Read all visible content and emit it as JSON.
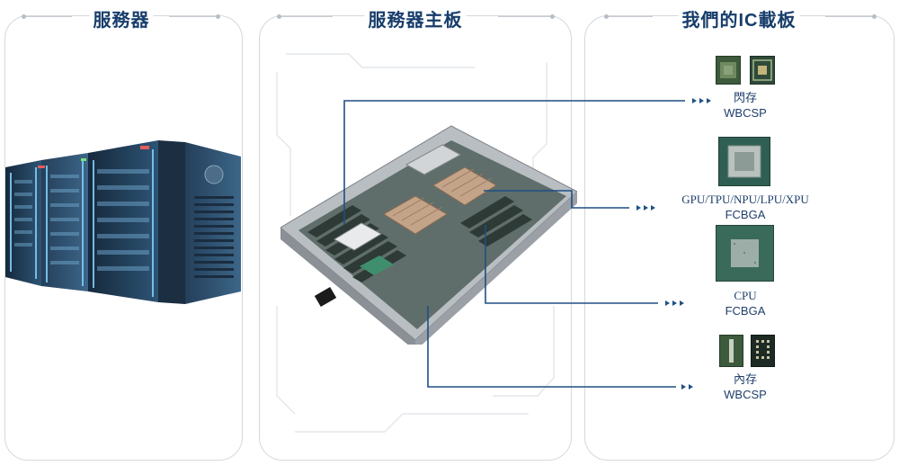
{
  "panels": {
    "server": {
      "title": "服務器"
    },
    "motherboard": {
      "title": "服務器主板"
    },
    "substrate": {
      "title": "我們的IC載板"
    }
  },
  "components": [
    {
      "id": "memory-flash",
      "name": "閃存",
      "package": "WBCSP"
    },
    {
      "id": "accelerator",
      "name": "GPU/TPU/NPU/LPU/XPU",
      "package": "FCBGA"
    },
    {
      "id": "cpu",
      "name": "CPU",
      "package": "FCBGA"
    },
    {
      "id": "memory-ram",
      "name": "內存",
      "package": "WBCSP"
    }
  ],
  "colors": {
    "title": "#173d6b",
    "connector": "#1f4f84",
    "panel_border": "#d4d8dd",
    "chip_green": "#3f6b5c"
  }
}
